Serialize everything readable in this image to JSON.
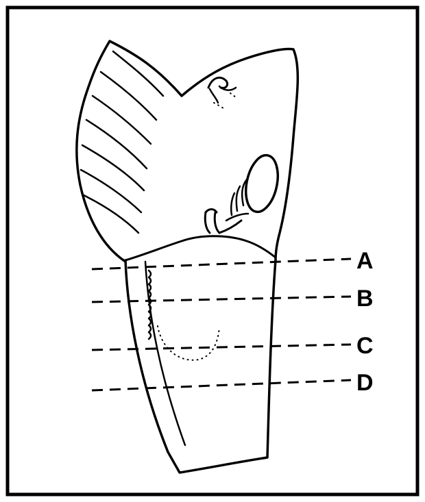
{
  "diagram": {
    "type": "anatomical line drawing",
    "colors": {
      "ink": "#000000",
      "background": "#ffffff"
    },
    "level_labels": [
      "A",
      "B",
      "C",
      "D"
    ]
  }
}
